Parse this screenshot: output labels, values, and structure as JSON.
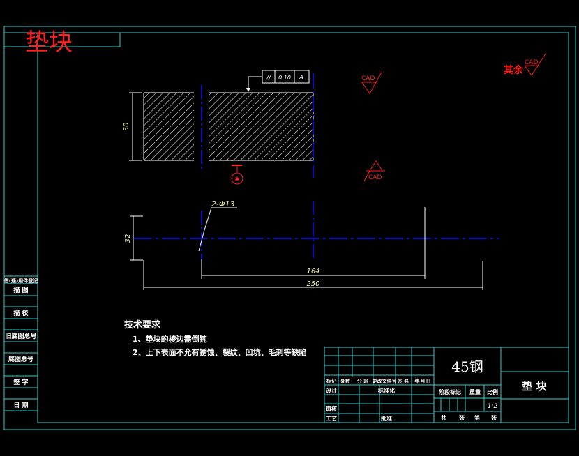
{
  "title": "垫块",
  "surface_roughness_note": {
    "label": "其余",
    "symbol_text": "CAD"
  },
  "roughness_marks": [
    {
      "id": "top",
      "text": "CAD"
    },
    {
      "id": "bottom",
      "text": "CAD"
    }
  ],
  "tolerance_frame": {
    "symbol": "//",
    "value": "0.10",
    "datum": "A"
  },
  "dimensions": {
    "height_front": "50",
    "height_bottom": "32",
    "hole_callout": "2-Φ13",
    "hole_spacing": "164",
    "overall_length": "250"
  },
  "tech_requirements": {
    "heading": "技术要求",
    "items": [
      "1、垫块的棱边需倒钝",
      "2、上下表面不允有锈蚀、裂纹、凹坑、毛刺等缺陷"
    ]
  },
  "side_strip_labels": [
    "借(通)用件登记",
    "描  图",
    "描  校",
    "旧底图总号",
    "底图总号",
    "签  字",
    "日  期"
  ],
  "title_block": {
    "material": "45钢",
    "part_name": "垫  块",
    "scale": "1:2",
    "row_headers": [
      "标记",
      "处数",
      "分 区",
      "更改文件号",
      "签 名",
      "年",
      "月",
      "日"
    ],
    "left_labels": [
      "设计",
      "审核",
      "工艺"
    ],
    "center_labels": [
      "标准化",
      "批准"
    ],
    "stage_headers": [
      "阶段标记",
      "重量",
      "比例"
    ],
    "sheet_labels": [
      "共",
      "张",
      "第",
      "张"
    ]
  },
  "colors": {
    "frame": "#2fd0d0",
    "outline": "#ffffff",
    "centerline": "#1010ff",
    "title": "#ff2020",
    "annotation": "#f0f0a0"
  }
}
